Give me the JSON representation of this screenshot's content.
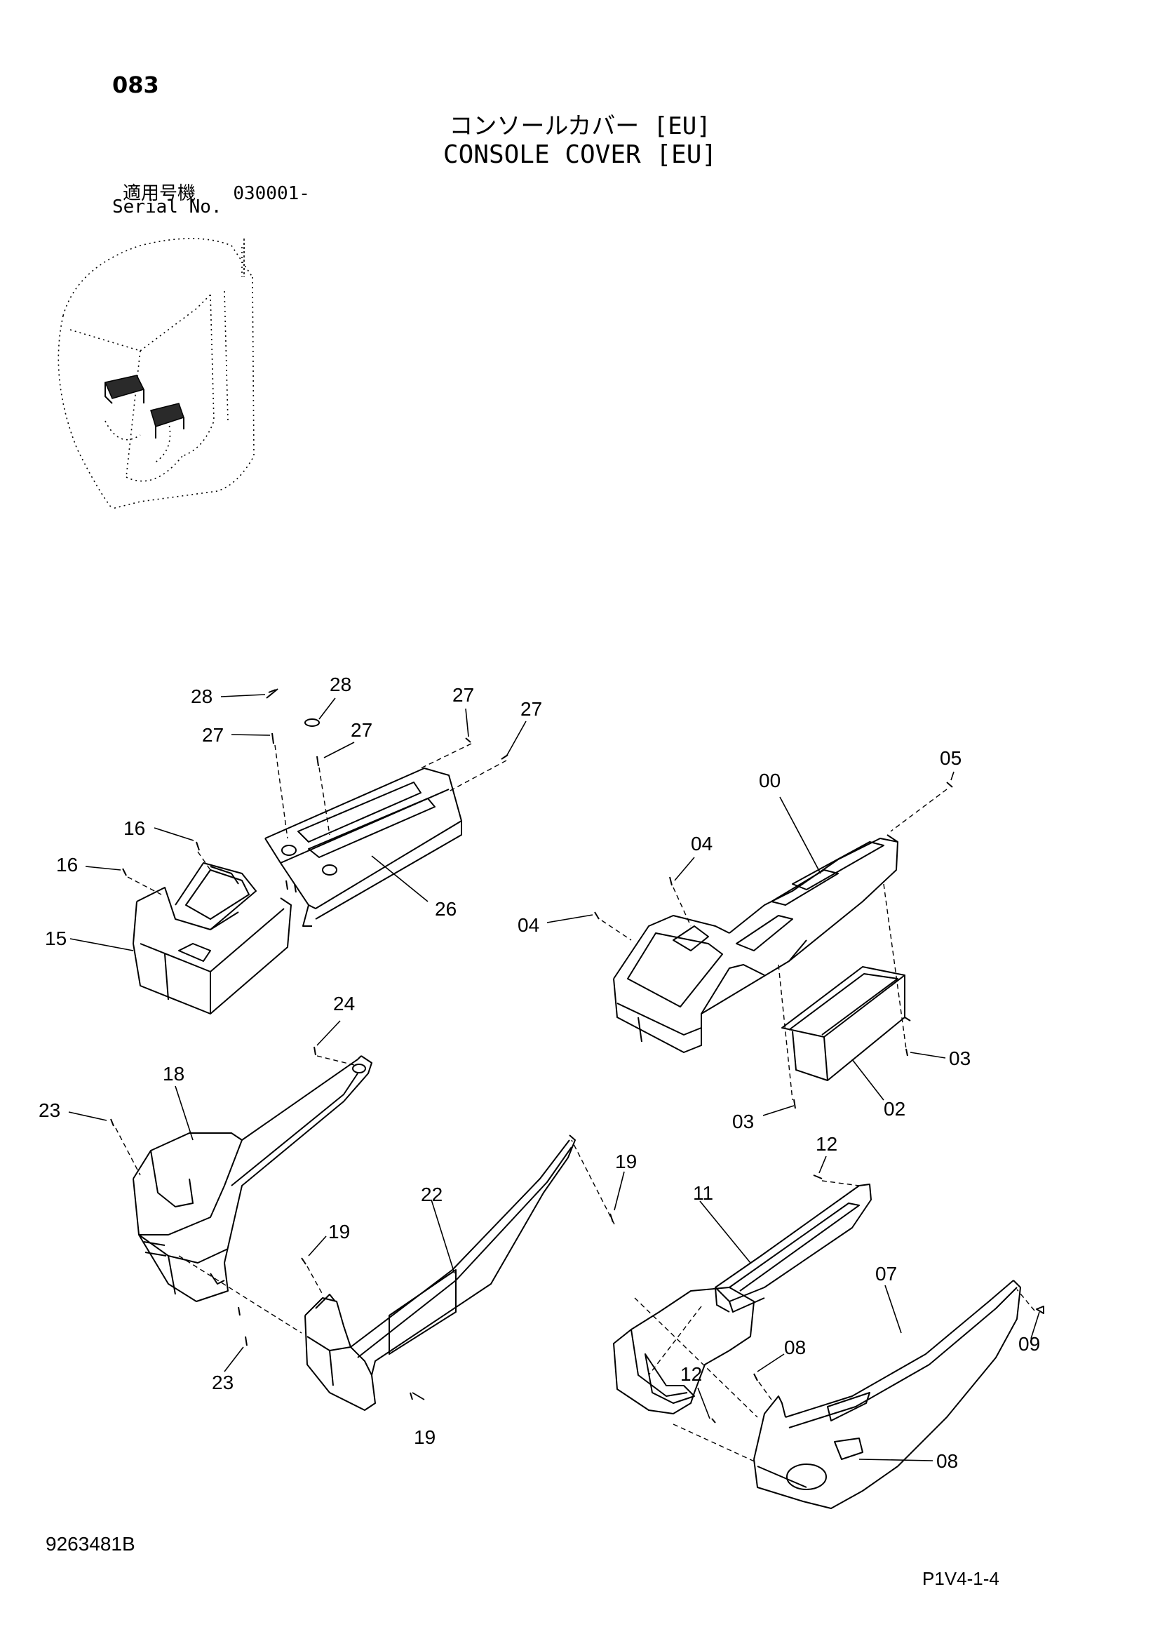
{
  "header": {
    "page_number": "083",
    "title_jp": "コンソールカバー [EU]",
    "title_en": "CONSOLE COVER [EU]",
    "serial_label_jp": "適用号機",
    "serial_value": "030001-",
    "serial_label_en": "Serial No."
  },
  "callouts": {
    "c00": "00",
    "c02": "02",
    "c03a": "03",
    "c03b": "03",
    "c04a": "04",
    "c04b": "04",
    "c05": "05",
    "c07": "07",
    "c08a": "08",
    "c08b": "08",
    "c09": "09",
    "c11": "11",
    "c12a": "12",
    "c12b": "12",
    "c15": "15",
    "c16a": "16",
    "c16b": "16",
    "c18": "18",
    "c19a": "19",
    "c19b": "19",
    "c19c": "19",
    "c22": "22",
    "c23a": "23",
    "c23b": "23",
    "c24": "24",
    "c26": "26",
    "c27a": "27",
    "c27b": "27",
    "c27c": "27",
    "c27d": "27",
    "c28a": "28",
    "c28b": "28"
  },
  "footer": {
    "doc_number": "9263481B",
    "page_code": "P1V4-1-4"
  }
}
